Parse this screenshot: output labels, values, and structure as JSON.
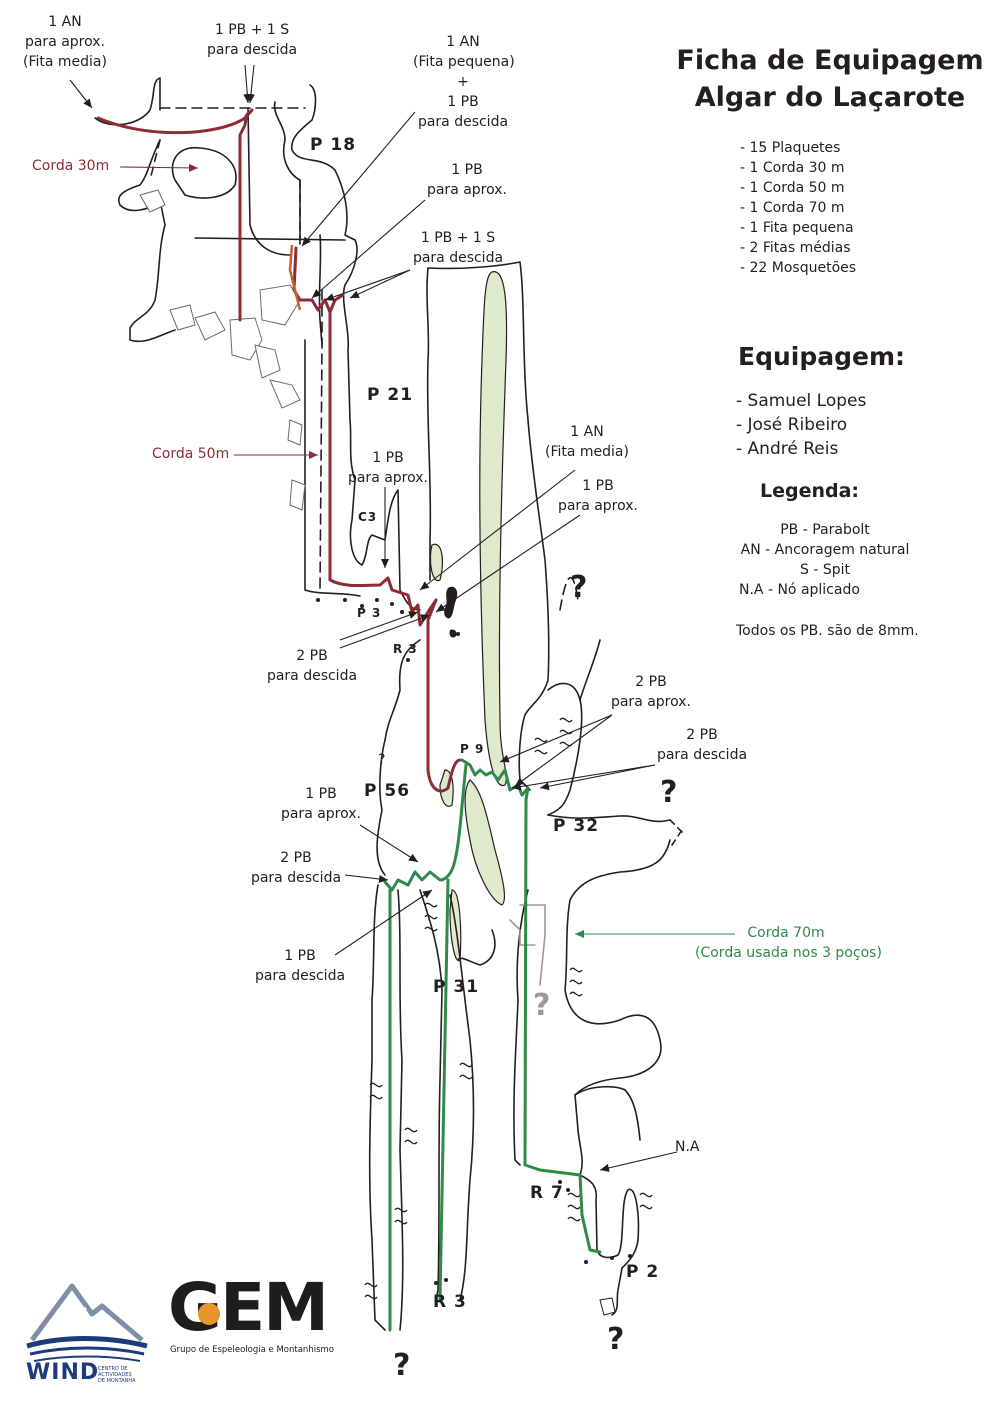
{
  "header": {
    "title_line1": "Ficha de Equipagem",
    "title_line2": "Algar do Laçarote"
  },
  "material": [
    "- 15 Plaquetes",
    "- 1 Corda 30 m",
    "- 1 Corda 50 m",
    "- 1 Corda 70 m",
    "- 1  Fita pequena",
    "- 2 Fitas médias",
    "- 22 Mosquetões"
  ],
  "team": {
    "heading": "Equipagem:",
    "members": [
      "- Samuel Lopes",
      "- José Ribeiro",
      "- André Reis"
    ]
  },
  "legend": {
    "heading": "Legenda:",
    "entries": [
      "PB - Parabolt",
      "AN - Ancoragem natural",
      "S - Spit",
      "N.A - Nó aplicado"
    ],
    "note": "Todos os PB. são de 8mm."
  },
  "ropes": {
    "r30": "Corda 30m",
    "r50": "Corda 50m",
    "r70": "Corda 70m",
    "r70_note": "(Corda usada nos 3 poços)",
    "color_red": "#8e2b35",
    "color_green": "#2f8a4a"
  },
  "shafts": {
    "p18": "P 18",
    "p21": "P 21",
    "c3": "C3",
    "p3": "P 3",
    "r3a": "R 3",
    "p9": "P 9",
    "p56": "P 56",
    "p32": "P 32",
    "p31": "P 31",
    "r7": "R 7",
    "p2": "P 2",
    "r3b": "R 3"
  },
  "anchors": {
    "a1": [
      "1 AN",
      "para aprox.",
      "(Fita media)"
    ],
    "a2": [
      "1 PB + 1 S",
      "para descida"
    ],
    "a3": [
      "1 AN",
      "(Fita pequena)",
      "+",
      "1 PB",
      "para descida"
    ],
    "a4": [
      "1 PB",
      "para aprox."
    ],
    "a5": [
      "1 PB + 1 S",
      "para descida"
    ],
    "a6": [
      "1 PB",
      "para aprox."
    ],
    "a7": [
      "1 AN",
      "(Fita media)"
    ],
    "a8": [
      "1 PB",
      "para aprox."
    ],
    "a9": [
      "2 PB",
      "para descida"
    ],
    "a10": [
      "2 PB",
      "para aprox."
    ],
    "a11": [
      "2 PB",
      "para descida"
    ],
    "a12": [
      "1 PB",
      "para aprox."
    ],
    "a13": [
      "2 PB",
      "para descida"
    ],
    "a14": [
      "1 PB",
      "para descida"
    ],
    "na": "N.A"
  },
  "question_mark": "?",
  "logos": {
    "gem_mark": "GEM",
    "gem_subtitle": "Grupo de Espeleologia e Montanhismo",
    "wind_mark": "WIND",
    "wind_small_1": "CENTRO DE",
    "wind_small_2": "ACTIVIDADES",
    "wind_small_3": "DE MONTANHA"
  }
}
